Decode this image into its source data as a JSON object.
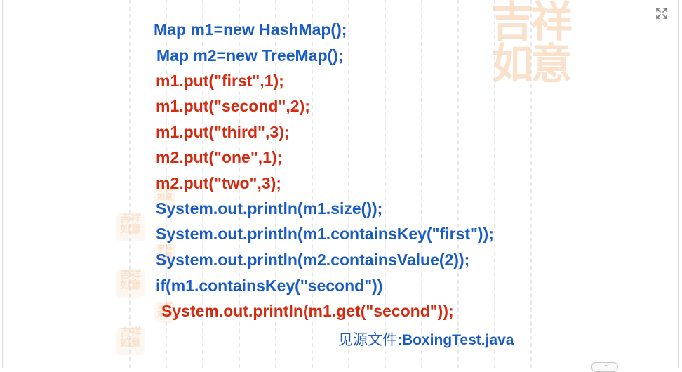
{
  "slide": {
    "code_lines": [
      {
        "text": "Map m1=new HashMap();",
        "color": "#1a5cc4"
      },
      {
        "text": "Map m2=new TreeMap();",
        "color": "#1a5cc4"
      },
      {
        "text": "m1.put(\"first\",1);",
        "color": "#d42a10"
      },
      {
        "text": "m1.put(\"second\",2);",
        "color": "#d42a10"
      },
      {
        "text": "m1.put(\"third\",3);",
        "color": "#d42a10"
      },
      {
        "text": "m2.put(\"one\",1);",
        "color": "#d42a10"
      },
      {
        "text": "m2.put(\"two\",3);",
        "color": "#d42a10"
      },
      {
        "text": "System.out.println(m1.size());",
        "color": "#1a5cc4"
      },
      {
        "text": "System.out.println(m1.containsKey(\"first\"));",
        "color": "#1a5cc4"
      },
      {
        "text": "System.out.println(m2.containsValue(2));",
        "color": "#1a5cc4"
      },
      {
        "text": "if(m1.containsKey(\"second\"))",
        "color": "#1a5cc4"
      },
      {
        "text": "System.out.println(m1.get(\"second\"));",
        "color": "#d42a10"
      }
    ],
    "source_label": "见源文件",
    "source_file": ":BoxingTest.java"
  },
  "watermark": {
    "seal_text": "吉祥如意",
    "color": "#f5c9a3"
  },
  "controls": {
    "expand_icon": "fullscreen-expand-icon",
    "scroll_indicator": "scroll-pill"
  }
}
